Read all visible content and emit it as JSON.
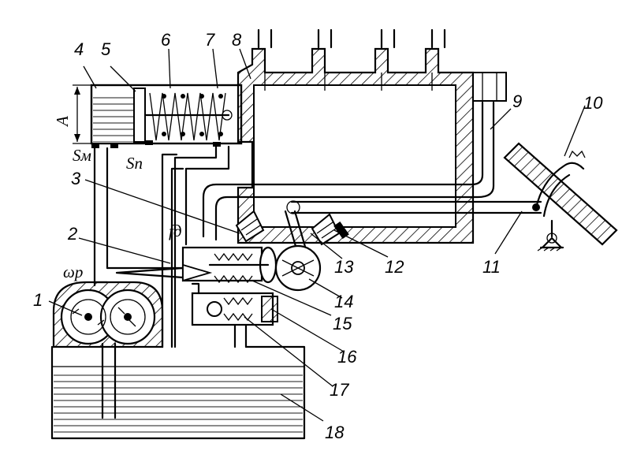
{
  "labels": {
    "n1": "1",
    "n2": "2",
    "n3": "3",
    "n4": "4",
    "n5": "5",
    "n6": "6",
    "n7": "7",
    "n8": "8",
    "n9": "9",
    "n10": "10",
    "n11": "11",
    "n12": "12",
    "n13": "13",
    "n14": "14",
    "n15": "15",
    "n16": "16",
    "n17": "17",
    "n18": "18"
  },
  "symbols": {
    "a": "A",
    "sm": "Sм",
    "sn": "Sп",
    "fd": "fд",
    "wp": "ωр"
  }
}
